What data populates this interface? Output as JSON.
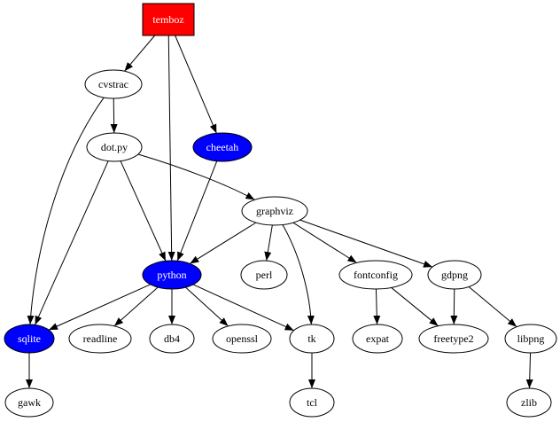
{
  "graph": {
    "colors": {
      "red": "#ff0000",
      "blue": "#0000ff",
      "white": "#ffffff",
      "black": "#000000"
    },
    "nodes": [
      {
        "id": "temboz",
        "label": "temboz",
        "shape": "box",
        "fill": "red",
        "text_color": "white"
      },
      {
        "id": "cvstrac",
        "label": "cvstrac",
        "shape": "ellipse",
        "fill": "white",
        "text_color": "black"
      },
      {
        "id": "dotpy",
        "label": "dot.py",
        "shape": "ellipse",
        "fill": "white",
        "text_color": "black"
      },
      {
        "id": "cheetah",
        "label": "cheetah",
        "shape": "ellipse",
        "fill": "blue",
        "text_color": "white"
      },
      {
        "id": "graphviz",
        "label": "graphviz",
        "shape": "ellipse",
        "fill": "white",
        "text_color": "black"
      },
      {
        "id": "python",
        "label": "python",
        "shape": "ellipse",
        "fill": "blue",
        "text_color": "white"
      },
      {
        "id": "perl",
        "label": "perl",
        "shape": "ellipse",
        "fill": "white",
        "text_color": "black"
      },
      {
        "id": "fontconfig",
        "label": "fontconfig",
        "shape": "ellipse",
        "fill": "white",
        "text_color": "black"
      },
      {
        "id": "gdpng",
        "label": "gdpng",
        "shape": "ellipse",
        "fill": "white",
        "text_color": "black"
      },
      {
        "id": "sqlite",
        "label": "sqlite",
        "shape": "ellipse",
        "fill": "blue",
        "text_color": "white"
      },
      {
        "id": "readline",
        "label": "readline",
        "shape": "ellipse",
        "fill": "white",
        "text_color": "black"
      },
      {
        "id": "db4",
        "label": "db4",
        "shape": "ellipse",
        "fill": "white",
        "text_color": "black"
      },
      {
        "id": "openssl",
        "label": "openssl",
        "shape": "ellipse",
        "fill": "white",
        "text_color": "black"
      },
      {
        "id": "tk",
        "label": "tk",
        "shape": "ellipse",
        "fill": "white",
        "text_color": "black"
      },
      {
        "id": "expat",
        "label": "expat",
        "shape": "ellipse",
        "fill": "white",
        "text_color": "black"
      },
      {
        "id": "freetype2",
        "label": "freetype2",
        "shape": "ellipse",
        "fill": "white",
        "text_color": "black"
      },
      {
        "id": "libpng",
        "label": "libpng",
        "shape": "ellipse",
        "fill": "white",
        "text_color": "black"
      },
      {
        "id": "gawk",
        "label": "gawk",
        "shape": "ellipse",
        "fill": "white",
        "text_color": "black"
      },
      {
        "id": "tcl",
        "label": "tcl",
        "shape": "ellipse",
        "fill": "white",
        "text_color": "black"
      },
      {
        "id": "zlib",
        "label": "zlib",
        "shape": "ellipse",
        "fill": "white",
        "text_color": "black"
      }
    ],
    "edges": [
      {
        "from": "temboz",
        "to": "cvstrac"
      },
      {
        "from": "temboz",
        "to": "python"
      },
      {
        "from": "temboz",
        "to": "cheetah"
      },
      {
        "from": "cvstrac",
        "to": "dotpy"
      },
      {
        "from": "cvstrac",
        "to": "sqlite"
      },
      {
        "from": "dotpy",
        "to": "sqlite"
      },
      {
        "from": "dotpy",
        "to": "python"
      },
      {
        "from": "dotpy",
        "to": "graphviz"
      },
      {
        "from": "cheetah",
        "to": "python"
      },
      {
        "from": "graphviz",
        "to": "python"
      },
      {
        "from": "graphviz",
        "to": "perl"
      },
      {
        "from": "graphviz",
        "to": "tk"
      },
      {
        "from": "graphviz",
        "to": "fontconfig"
      },
      {
        "from": "graphviz",
        "to": "gdpng"
      },
      {
        "from": "python",
        "to": "sqlite"
      },
      {
        "from": "python",
        "to": "readline"
      },
      {
        "from": "python",
        "to": "db4"
      },
      {
        "from": "python",
        "to": "openssl"
      },
      {
        "from": "python",
        "to": "tk"
      },
      {
        "from": "fontconfig",
        "to": "expat"
      },
      {
        "from": "fontconfig",
        "to": "freetype2"
      },
      {
        "from": "gdpng",
        "to": "freetype2"
      },
      {
        "from": "gdpng",
        "to": "libpng"
      },
      {
        "from": "sqlite",
        "to": "gawk"
      },
      {
        "from": "tk",
        "to": "tcl"
      },
      {
        "from": "libpng",
        "to": "zlib"
      }
    ]
  }
}
